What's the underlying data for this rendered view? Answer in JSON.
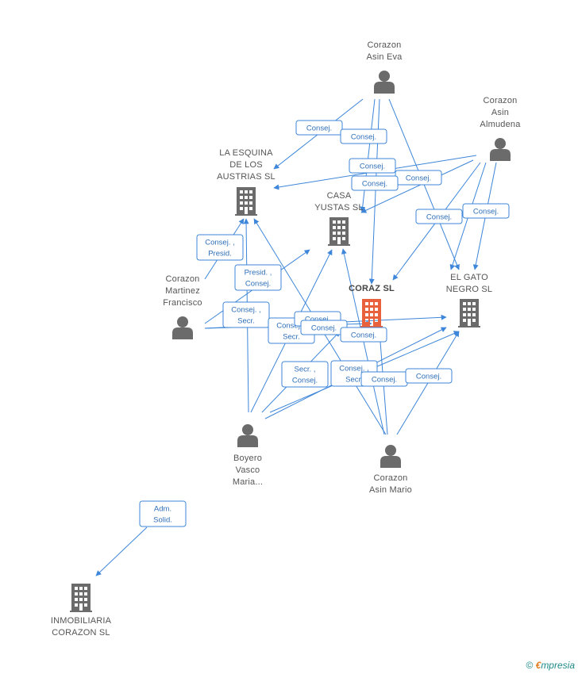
{
  "colors": {
    "edge": "#3d86d9",
    "person": "#6b6b6b",
    "company": "#6b6b6b",
    "main_company": "#e8613c"
  },
  "nodes": [
    {
      "id": "asin_eva",
      "type": "person",
      "lines": [
        "Corazon",
        "Asin Eva"
      ]
    },
    {
      "id": "almudena",
      "type": "person",
      "lines": [
        "Corazon",
        "Asin",
        "Almudena"
      ]
    },
    {
      "id": "esquina",
      "type": "company",
      "lines": [
        "LA ESQUINA",
        "DE LOS",
        "AUSTRIAS SL"
      ]
    },
    {
      "id": "casa_yustas",
      "type": "company",
      "lines": [
        "CASA",
        "YUSTAS SL"
      ]
    },
    {
      "id": "coraz",
      "type": "main",
      "lines": [
        "CORAZ SL"
      ]
    },
    {
      "id": "gato_negro",
      "type": "company",
      "lines": [
        "EL GATO",
        "NEGRO SL"
      ]
    },
    {
      "id": "martinez",
      "type": "person",
      "lines": [
        "Corazon",
        "Martinez",
        "Francisco"
      ]
    },
    {
      "id": "boyero",
      "type": "person",
      "lines": [
        "Boyero",
        "Vasco",
        "Maria..."
      ]
    },
    {
      "id": "asin_mario",
      "type": "person",
      "lines": [
        "Corazon",
        "Asin Mario"
      ]
    },
    {
      "id": "inmobiliaria",
      "type": "company",
      "lines": [
        "INMOBILIARIA",
        "CORAZON SL"
      ]
    }
  ],
  "edge_labels": [
    {
      "id": "l1",
      "lines": [
        "Consej."
      ]
    },
    {
      "id": "l2",
      "lines": [
        "Consej."
      ]
    },
    {
      "id": "l3",
      "lines": [
        "Consej."
      ]
    },
    {
      "id": "l4",
      "lines": [
        "Consej."
      ]
    },
    {
      "id": "l5",
      "lines": [
        "Consej."
      ]
    },
    {
      "id": "l6",
      "lines": [
        "Consej."
      ]
    },
    {
      "id": "l7",
      "lines": [
        "Consej."
      ]
    },
    {
      "id": "l8",
      "lines": [
        "Consej. ,",
        "Presid."
      ]
    },
    {
      "id": "l9",
      "lines": [
        "Presid. ,",
        "Consej."
      ]
    },
    {
      "id": "l10",
      "lines": [
        "Consej. ,",
        "Secr."
      ]
    },
    {
      "id": "l11",
      "lines": [
        "Consej. ,",
        "Secr."
      ]
    },
    {
      "id": "l12",
      "lines": [
        "Consej."
      ]
    },
    {
      "id": "l13",
      "lines": [
        "Consej."
      ]
    },
    {
      "id": "l14",
      "lines": [
        "Consej."
      ]
    },
    {
      "id": "l15",
      "lines": [
        "Secr. ,",
        "Consej."
      ]
    },
    {
      "id": "l16",
      "lines": [
        "Consej. ,",
        "Secr."
      ]
    },
    {
      "id": "l17",
      "lines": [
        "Consej."
      ]
    },
    {
      "id": "l18",
      "lines": [
        "Consej."
      ]
    },
    {
      "id": "l19",
      "lines": [
        "Adm.",
        "Solid."
      ]
    }
  ],
  "footer": {
    "copyright": "©",
    "brand_first": "€",
    "brand_rest": "mpresia"
  }
}
